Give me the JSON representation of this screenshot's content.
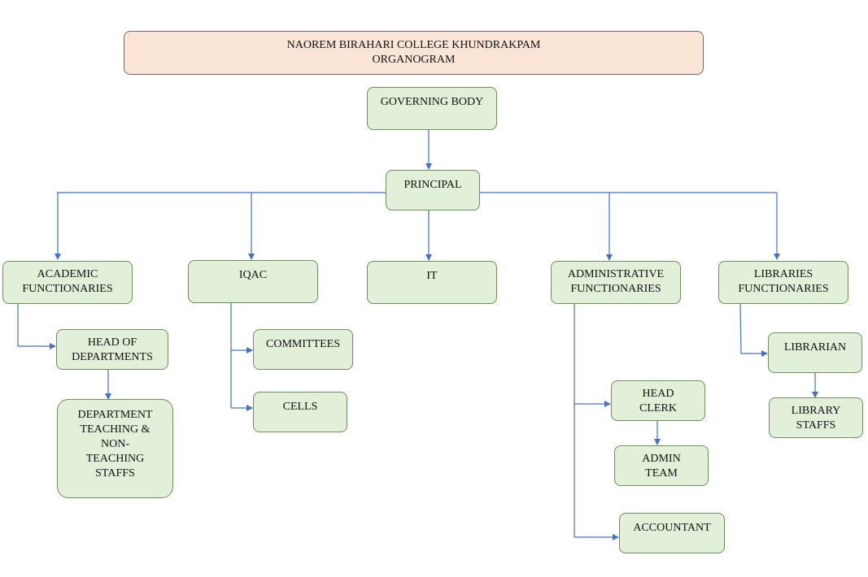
{
  "title": {
    "line1": "NAOREM BIRAHARI COLLEGE KHUNDRAKPAM",
    "line2": "ORGANOGRAM"
  },
  "nodes": {
    "governing_body": [
      "GOVERNING BODY"
    ],
    "principal": [
      "PRINCIPAL"
    ],
    "academic": [
      "ACADEMIC",
      "FUNCTIONARIES"
    ],
    "iqac": [
      "IQAC"
    ],
    "it": [
      "IT"
    ],
    "administrative": [
      "ADMINISTRATIVE",
      "FUNCTIONARIES"
    ],
    "libraries": [
      "LIBRARIES",
      "FUNCTIONARIES"
    ],
    "head_of_departments": [
      "HEAD OF",
      "DEPARTMENTS"
    ],
    "department_staffs": [
      "DEPARTMENT",
      "TEACHING &",
      "NON-",
      "TEACHING",
      "STAFFS"
    ],
    "committees": [
      "COMMITTEES"
    ],
    "cells": [
      "CELLS"
    ],
    "head_clerk": [
      "HEAD",
      "CLERK"
    ],
    "admin_team": [
      "ADMIN",
      "TEAM"
    ],
    "accountant": [
      "ACCOUNTANT"
    ],
    "librarian": [
      "LIBRARIAN"
    ],
    "library_staffs": [
      "LIBRARY",
      "STAFFS"
    ]
  },
  "colors": {
    "node_fill": "#e2efd9",
    "node_border": "#6f8f5b",
    "title_fill": "#fbe5d6",
    "connector": "#4472c4"
  }
}
